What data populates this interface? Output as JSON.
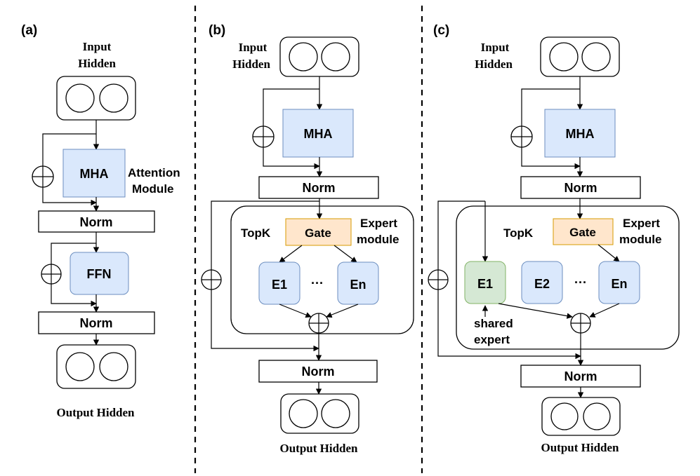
{
  "panels": {
    "a": {
      "label": "(a)",
      "input_line1": "Input",
      "input_line2": "Hidden",
      "mha": "MHA",
      "attention_line1": "Attention",
      "attention_line2": "Module",
      "norm1": "Norm",
      "ffn": "FFN",
      "norm2": "Norm",
      "output": "Output Hidden"
    },
    "b": {
      "label": "(b)",
      "input_line1": "Input",
      "input_line2": "Hidden",
      "mha": "MHA",
      "norm1": "Norm",
      "topk": "TopK",
      "gate": "Gate",
      "expert_line1": "Expert",
      "expert_line2": "module",
      "e1": "E1",
      "ellipsis": "···",
      "en": "En",
      "norm2": "Norm",
      "output": "Output Hidden"
    },
    "c": {
      "label": "(c)",
      "input_line1": "Input",
      "input_line2": "Hidden",
      "mha": "MHA",
      "norm1": "Norm",
      "topk": "TopK",
      "gate": "Gate",
      "expert_line1": "Expert",
      "expert_line2": "module",
      "e1": "E1",
      "e2": "E2",
      "ellipsis": "···",
      "en": "En",
      "shared_line1": "shared",
      "shared_line2": "expert",
      "norm2": "Norm",
      "output": "Output Hidden"
    }
  },
  "colors": {
    "attention_fill": "#dae8fc",
    "expert_fill": "#dae8fc",
    "gate_fill": "#ffe6cc",
    "shared_expert_fill": "#d5e8d4"
  }
}
